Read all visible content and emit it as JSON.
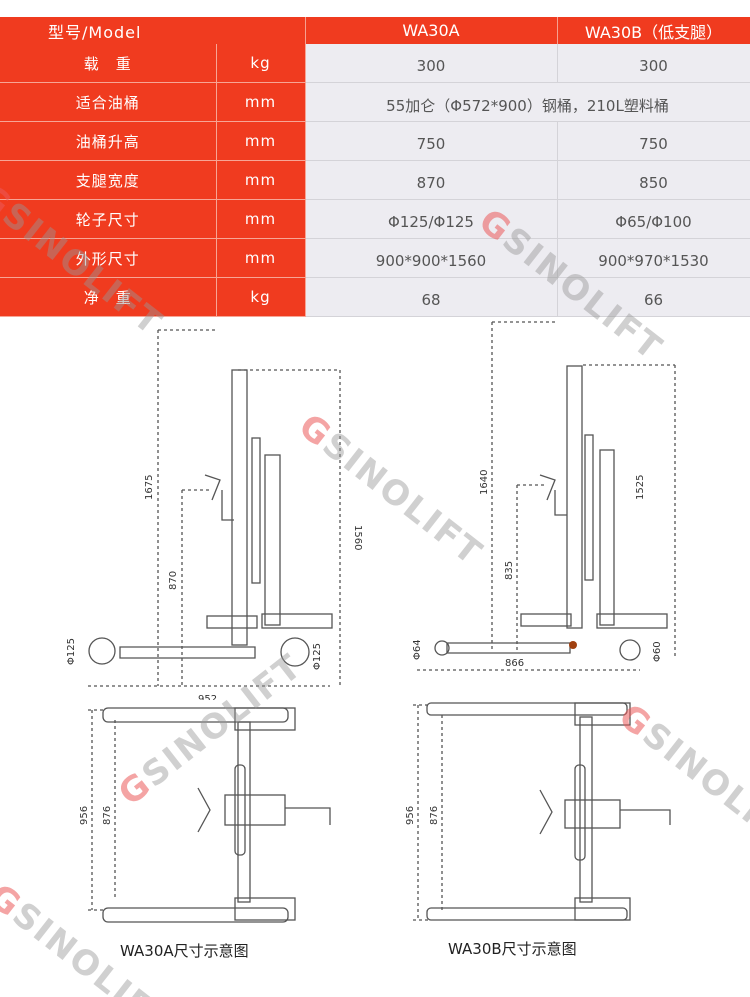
{
  "spec_table": {
    "header": {
      "model_label": "型号/Model",
      "col_a": "WA30A",
      "col_b": "WA30B（低支腿）"
    },
    "rows": [
      {
        "name": "载　重",
        "unit": "kg",
        "a": "300",
        "b": "300"
      },
      {
        "name": "适合油桶",
        "unit": "mm",
        "merged": "55加仑（Φ572*900）钢桶，210L塑料桶"
      },
      {
        "name": "油桶升高",
        "unit": "mm",
        "a": "750",
        "b": "750"
      },
      {
        "name": "支腿宽度",
        "unit": "mm",
        "a": "870",
        "b": "850"
      },
      {
        "name": "轮子尺寸",
        "unit": "mm",
        "a": "Φ125/Φ125",
        "b": "Φ65/Φ100"
      },
      {
        "name": "外形尺寸",
        "unit": "mm",
        "a": "900*900*1560",
        "b": "900*970*1530"
      },
      {
        "name": "净　重",
        "unit": "kg",
        "a": "68",
        "b": "66"
      }
    ]
  },
  "drawings": {
    "wa30a": {
      "caption": "WA30A尺寸示意图",
      "dims": {
        "overall_height": "1675",
        "lift_height": "870",
        "mast_height": "1560",
        "front_wheel": "Φ125",
        "rear_wheel": "Φ125",
        "length": "952",
        "width_outer": "956",
        "width_inner": "876"
      }
    },
    "wa30b": {
      "caption": "WA30B尺寸示意图",
      "dims": {
        "overall_height": "1640",
        "lift_height": "835",
        "mast_height": "1525",
        "front_wheel": "Φ64",
        "rear_wheel": "Φ60",
        "length": "866",
        "width_outer": "956",
        "width_inner": "876"
      }
    }
  },
  "watermark": {
    "brand": "SINOLIFT"
  }
}
